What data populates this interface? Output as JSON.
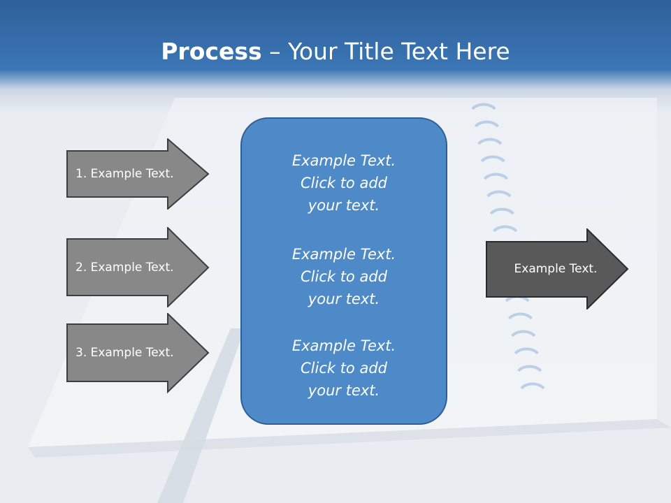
{
  "title": {
    "bold": "Process",
    "rest": " – Your Title Text Here"
  },
  "left_arrows": [
    {
      "label": "1. Example Text."
    },
    {
      "label": "2. Example Text."
    },
    {
      "label": "3. Example Text."
    }
  ],
  "center_box": {
    "blocks": [
      {
        "line1": "Example Text.",
        "line2": "Click  to add",
        "line3": "your text."
      },
      {
        "line1": "Example Text.",
        "line2": "Click  to add",
        "line3": "your text."
      },
      {
        "line1": "Example Text.",
        "line2": "Click  to add",
        "line3": "your text."
      }
    ]
  },
  "right_arrow": {
    "label": "Example Text."
  },
  "colors": {
    "header_blue": "#3b76b5",
    "left_arrow_fill": "#888888",
    "right_arrow_fill": "#595959",
    "box_fill": "#4f8ac8",
    "box_border": "#2f5f95"
  }
}
